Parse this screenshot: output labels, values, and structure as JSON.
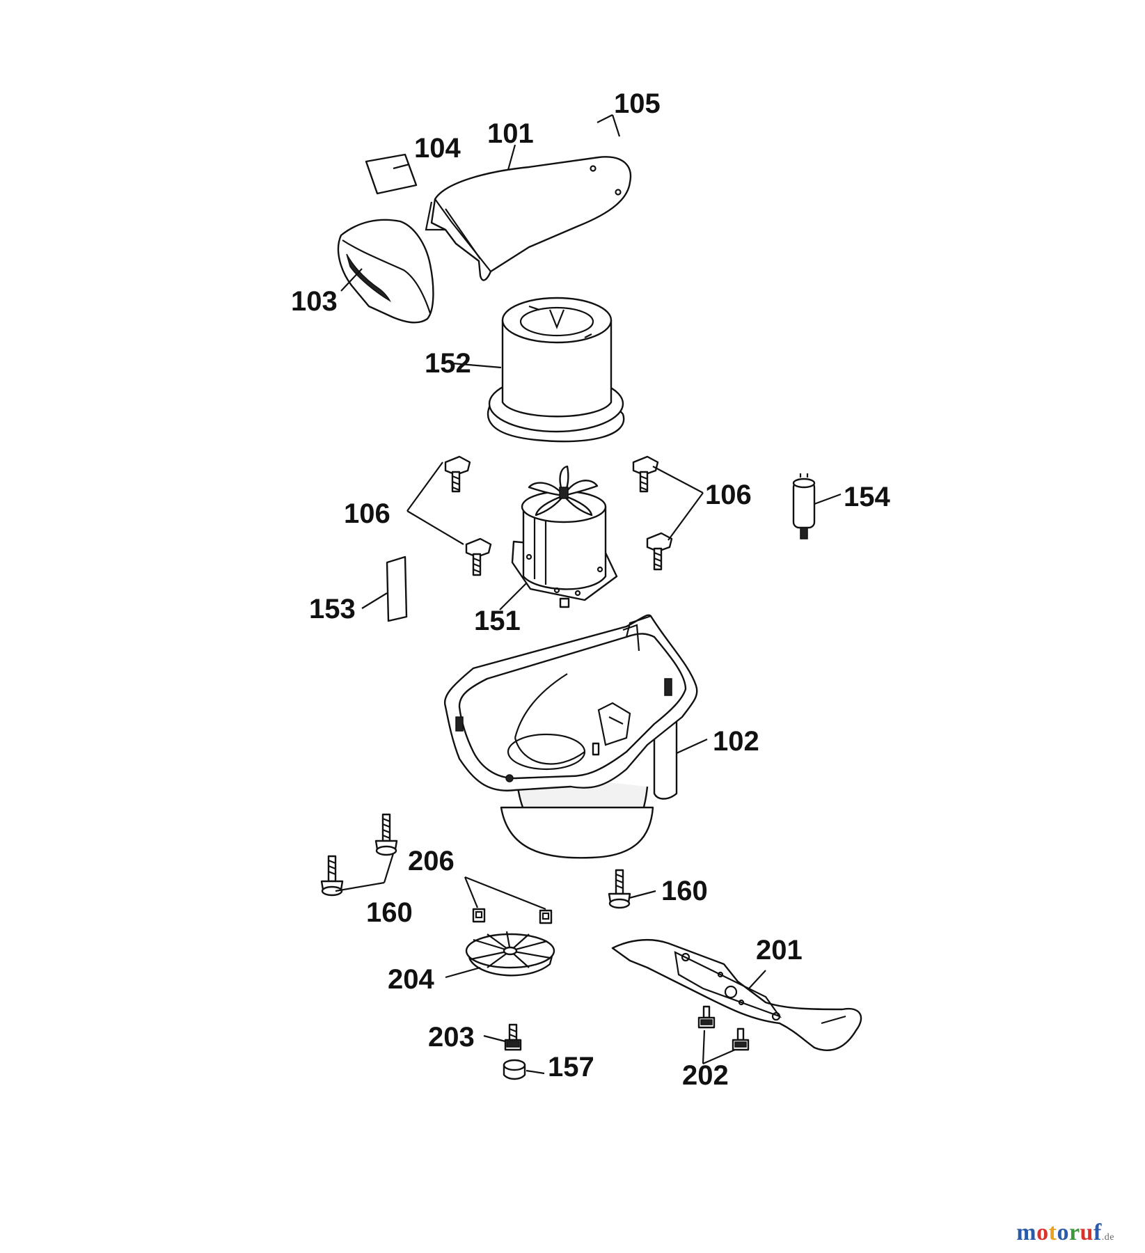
{
  "callouts": {
    "c101": "101",
    "c102": "102",
    "c103": "103",
    "c104": "104",
    "c105": "105",
    "c106a": "106",
    "c106b": "106",
    "c151": "151",
    "c152": "152",
    "c153": "153",
    "c154": "154",
    "c157": "157",
    "c160a": "160",
    "c160b": "160",
    "c201": "201",
    "c202": "202",
    "c203": "203",
    "c204": "204",
    "c206": "206"
  },
  "watermark": {
    "letters": [
      "m",
      "o",
      "t",
      "o",
      "r",
      "u",
      "f"
    ],
    "colors": [
      "#2b5aa8",
      "#d9342b",
      "#e8a21d",
      "#2b5aa8",
      "#3a9a3a",
      "#d9342b",
      "#2b5aa8"
    ],
    "tld": ".de"
  }
}
